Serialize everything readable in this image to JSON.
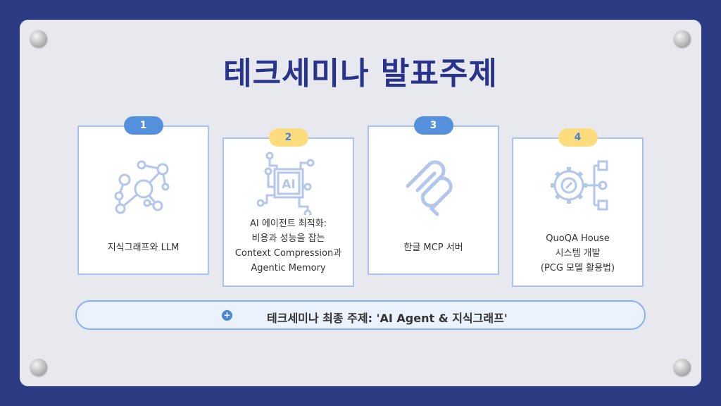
{
  "title": "테크세미나 발표주제",
  "cards": [
    {
      "number": "1",
      "label_lines": [
        "지식그래프와 LLM"
      ],
      "icon": "knowledge-graph-icon"
    },
    {
      "number": "2",
      "label_lines": [
        "AI 에이전트 최적화:",
        "비용과 성능을 잡는",
        "Context Compression과",
        "Agentic Memory"
      ],
      "icon": "ai-chip-icon",
      "icon_text": "AI"
    },
    {
      "number": "3",
      "label_lines": [
        "한글 MCP 서버"
      ],
      "icon": "mcp-icon"
    },
    {
      "number": "4",
      "label_lines": [
        "QuoQA House",
        "시스템 개발",
        "(PCG 모델 활용법)"
      ],
      "icon": "gear-flow-icon"
    }
  ],
  "footer": {
    "text": "테크세미나 최종 주제: 'AI Agent & 지식그래프'",
    "icon": "plus-circle-icon"
  },
  "colors": {
    "background": "#2d3a84",
    "title": "#28348c",
    "badge_blue": "#5590dd",
    "badge_yellow": "#fddc7e",
    "icon": "#b3c6ec"
  }
}
